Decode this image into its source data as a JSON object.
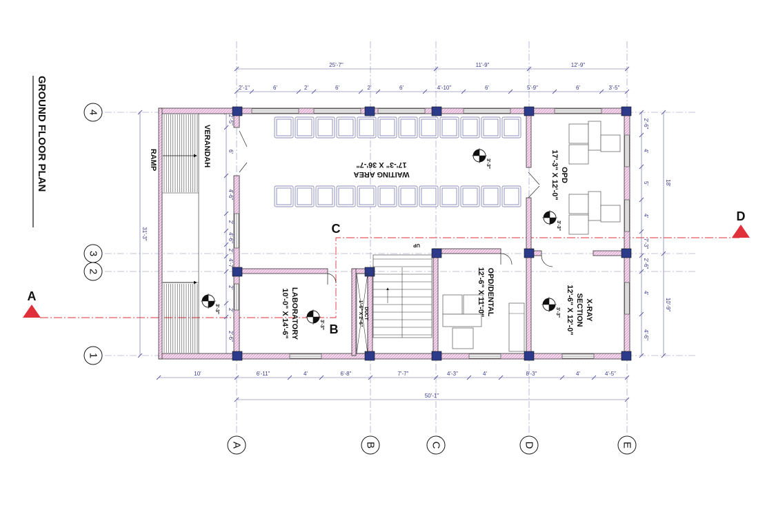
{
  "title": "GROUND FLOOR PLAN",
  "grid_columns": [
    "A",
    "B",
    "C",
    "D",
    "E"
  ],
  "grid_rows": [
    "4",
    "3",
    "2",
    "1"
  ],
  "sections": {
    "a": "A",
    "b": "B",
    "c": "C",
    "d": "D"
  },
  "rooms": {
    "ramp": "RAMP",
    "verandah": "VERANDAH",
    "waiting_name": "WAITING AREA",
    "waiting_size": "17'-3\" X 36'-7\"",
    "opd_name": "OPD",
    "opd_size": "17'-3\" X 12'-0\"",
    "lab_name": "LABORATORY",
    "lab_size": "10'-0\" X 14'-6\"",
    "dental_name": "OPD/DENTAL",
    "dental_size": "12'-6\" X 11'-0\"",
    "xray_name": "X-RAY",
    "xray_name2": "SECTION",
    "xray_size": "12'-6\" X 12'-0\"",
    "duct": "DUCT",
    "duct_size": "1'-6\" X 2'-6\"",
    "stair_up": "UP"
  },
  "level_marker": "3'-3\"",
  "dims": {
    "top_overall": [
      "25'-7\"",
      "11'-9\"",
      "12'-9\""
    ],
    "top_openings": [
      "2'-1\"",
      "6'",
      "2'",
      "6'",
      "2'",
      "6'",
      "4'-10\"",
      "6'",
      "5'-9\"",
      "6'",
      "3'-5\""
    ],
    "bottom_openings": [
      "10'",
      "6'-11\"",
      "4'",
      "6'-8\"",
      "7'-7\"",
      "4'-3\"",
      "4'",
      "8'-3\"",
      "4'",
      "4'-5\""
    ],
    "bottom_overall": "50'-1\"",
    "left_overall": "31'-3\"",
    "left_inner": [
      "2'-5\"",
      "6'",
      "4'-6\"",
      "2'",
      "4'-6\"",
      "2'",
      "4'-7\"",
      "2'",
      "2'",
      "2'-6\""
    ],
    "right_inner": [
      "2'-6\"",
      "4'",
      "5'",
      "4'",
      "7'-3\"",
      "2'-6\"",
      "4'",
      "4'-6\""
    ],
    "right_overall": [
      "18'",
      "10'-9\""
    ]
  }
}
